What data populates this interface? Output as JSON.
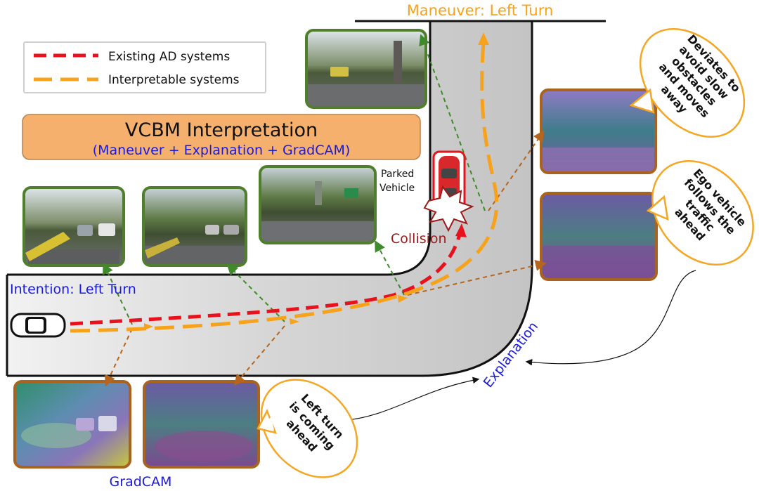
{
  "diagram": {
    "maneuver_label": "Maneuver: Left Turn",
    "intention_label": "Intention: Left Turn",
    "legend": {
      "existing_label": "Existing AD systems",
      "interpretable_label": "Interpretable systems"
    },
    "title_box": {
      "title": "VCBM Interpretation",
      "subtitle": "(Maneuver + Explanation + GradCAM)"
    },
    "parked_vehicle_label_line1": "Parked",
    "parked_vehicle_label_line2": "Vehicle",
    "collision_label": "Collision",
    "gradcam_label": "GradCAM",
    "explanation_label": "Explanation",
    "bubbles": {
      "left_turn": [
        "Left turn",
        "is coming",
        "ahead"
      ],
      "deviates": [
        "Deviates to",
        "avoid slow",
        "obstacles",
        "and moves",
        "away"
      ],
      "ego": [
        "Ego vehicle",
        "follows the",
        "traffic",
        "ahead"
      ]
    },
    "colors": {
      "existing_path": "#e8121c",
      "interpretable_path": "#f7a21b",
      "title_box_fill": "#f5b06e",
      "blue_text": "#1a1adf",
      "collision_text": "#9c1a1a",
      "green_frame": "#4f7f2c",
      "brown_frame": "#a8641f",
      "bubble_stroke": "#f5a623",
      "road_fill": "#d9d9d9"
    }
  }
}
